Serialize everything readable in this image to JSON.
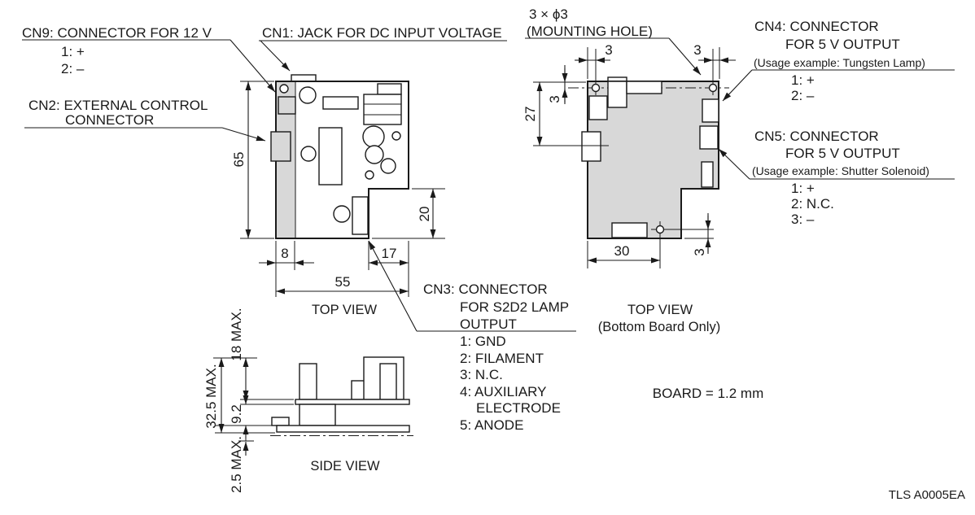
{
  "drawing": {
    "code": "TLS A0005EA",
    "board_note": "BOARD = 1.2 mm",
    "views": {
      "top": {
        "caption": "TOP VIEW"
      },
      "bottom_board": {
        "caption": "TOP VIEW",
        "subcaption": "(Bottom Board Only)"
      },
      "side": {
        "caption": "SIDE VIEW"
      }
    },
    "callouts": {
      "cn9": {
        "title": "CN9: CONNECTOR FOR 12 V",
        "pins": [
          "1: +",
          "2: –"
        ]
      },
      "cn1": {
        "title": "CN1: JACK FOR DC INPUT VOLTAGE"
      },
      "cn2": {
        "line1": "CN2: EXTERNAL CONTROL",
        "line2": "CONNECTOR"
      },
      "cn3": {
        "line1": "CN3: CONNECTOR",
        "line2": "FOR S2D2 LAMP",
        "line3": "OUTPUT",
        "pins": [
          "1: GND",
          "2: FILAMENT",
          "3: N.C.",
          "4: AUXILIARY",
          "ELECTRODE",
          "5: ANODE"
        ]
      },
      "cn4": {
        "line1": "CN4: CONNECTOR",
        "line2": "FOR 5 V OUTPUT",
        "usage": "(Usage example: Tungsten Lamp)",
        "pins": [
          "1: +",
          "2: –"
        ]
      },
      "cn5": {
        "line1": "CN5: CONNECTOR",
        "line2": "FOR 5 V OUTPUT",
        "usage": "(Usage example: Shutter Solenoid)",
        "pins": [
          "1: +",
          "2: N.C.",
          "3: –"
        ]
      },
      "mounting_hole": {
        "line1": "3 × ϕ3",
        "line2": "(MOUNTING HOLE)"
      }
    },
    "dimensions": {
      "top_board": {
        "height": "65",
        "left_strip": "8",
        "width": "55",
        "notch_width": "17",
        "notch_height": "20"
      },
      "bottom_board": {
        "hole_left": "3",
        "hole_right": "3",
        "left_height": "27",
        "hole_top": "3",
        "bottom_width": "30",
        "hole_bottom": "3"
      },
      "side": {
        "top_max": "18 MAX.",
        "overall_max": "32.5 MAX.",
        "board_gap": "9.2",
        "bottom_max": "2.5 MAX."
      }
    },
    "colors": {
      "board_fill": "#d8d8d8",
      "line": "#1a1a1a",
      "background": "#ffffff"
    }
  }
}
